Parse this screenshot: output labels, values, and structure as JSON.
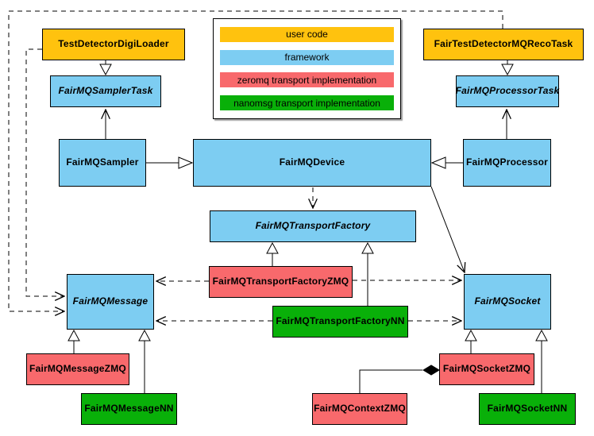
{
  "palette": {
    "user_code": "#FFC20E",
    "framework": "#7DCDF2",
    "zeromq": "#F8696C",
    "nanomsg": "#09B009",
    "line": "#000000"
  },
  "legend": {
    "items": [
      {
        "label": "user code",
        "color": "#FFC20E"
      },
      {
        "label": "framework",
        "color": "#7DCDF2"
      },
      {
        "label": "zeromq transport implementation",
        "color": "#F8696C"
      },
      {
        "label": "nanomsg transport implementation",
        "color": "#09B009"
      }
    ]
  },
  "nodes": {
    "digi_loader": {
      "label": "TestDetectorDigiLoader"
    },
    "reco_task": {
      "label": "FairTestDetectorMQRecoTask"
    },
    "sampler_task": {
      "label": "FairMQSamplerTask"
    },
    "processor_task": {
      "label": "FairMQProcessorTask"
    },
    "sampler": {
      "label": "FairMQSampler"
    },
    "device": {
      "label": "FairMQDevice"
    },
    "processor": {
      "label": "FairMQProcessor"
    },
    "transport_factory": {
      "label": "FairMQTransportFactory"
    },
    "transport_factory_zmq": {
      "label": "FairMQTransportFactoryZMQ"
    },
    "transport_factory_nn": {
      "label": "FairMQTransportFactoryNN"
    },
    "message": {
      "label": "FairMQMessage"
    },
    "socket": {
      "label": "FairMQSocket"
    },
    "message_zmq": {
      "label": "FairMQMessageZMQ"
    },
    "message_nn": {
      "label": "FairMQMessageNN"
    },
    "socket_zmq": {
      "label": "FairMQSocketZMQ"
    },
    "socket_nn": {
      "label": "FairMQSocketNN"
    },
    "context_zmq": {
      "label": "FairMQContextZMQ"
    }
  }
}
